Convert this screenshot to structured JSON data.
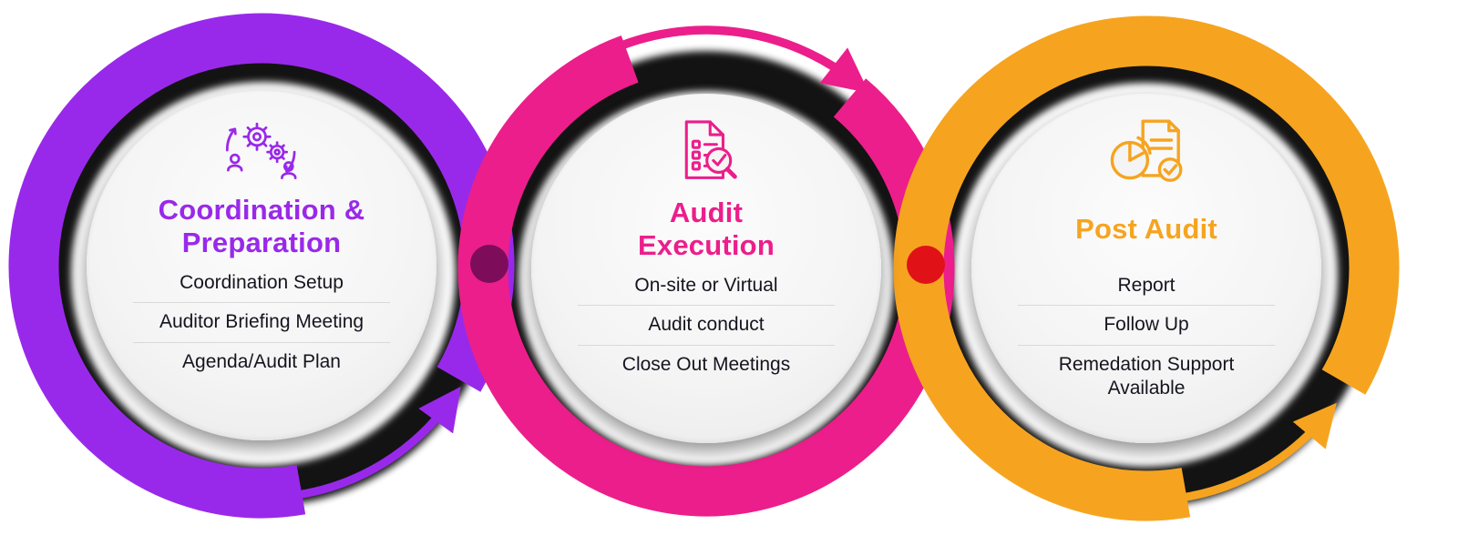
{
  "diagram": {
    "background": "#ffffff",
    "shadow_color": "#000000",
    "steps": [
      {
        "title": [
          "Coordination &",
          "Preparation"
        ],
        "items": [
          "Coordination Setup",
          "Auditor Briefing Meeting",
          "Agenda/Audit Plan"
        ],
        "color": "#9929EA",
        "icon": "coordination-gears-people-icon"
      },
      {
        "title": [
          "Audit",
          "Execution"
        ],
        "items": [
          "On-site or Virtual",
          "Audit conduct",
          "Close Out Meetings"
        ],
        "color": "#EC1E8B",
        "icon": "audit-checklist-magnifier-icon"
      },
      {
        "title": [
          "Post Audit"
        ],
        "items": [
          "Report",
          "Follow Up",
          "Remedation Support Available"
        ],
        "color": "#F6A41F",
        "icon": "report-piechart-icon"
      }
    ],
    "connectors": [
      {
        "color": "#7D0D5B"
      },
      {
        "color": "#E01217"
      }
    ]
  }
}
